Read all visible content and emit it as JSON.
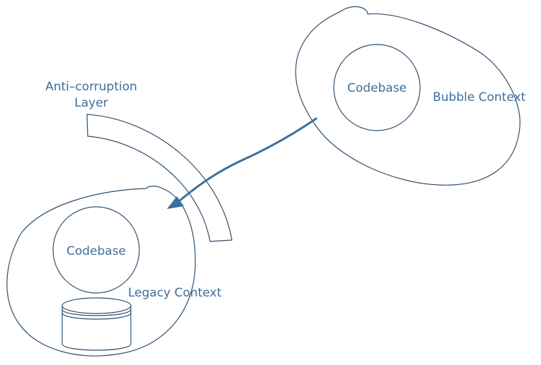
{
  "labels": {
    "acl_line1": "Anti–corruption",
    "acl_line2": "Layer",
    "bubble_codebase": "Codebase",
    "bubble_context": "Bubble Context",
    "legacy_codebase": "Codebase",
    "legacy_context": "Legacy Context"
  },
  "colors": {
    "text": "#3f6d9a",
    "outline": "#2d4f6e",
    "arrow": "#3a6f9e"
  }
}
